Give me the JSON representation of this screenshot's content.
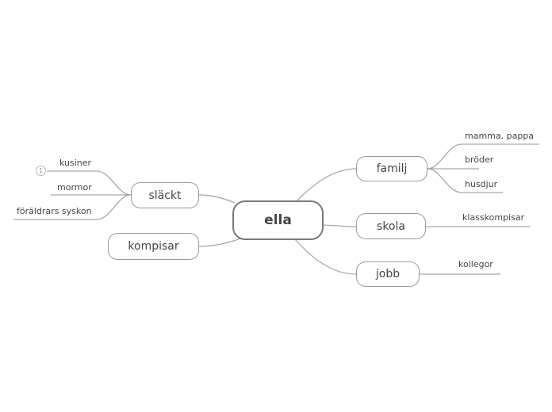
{
  "central": "ella",
  "left": {
    "slackt": {
      "label": "släckt",
      "children": [
        "kusiner",
        "mormor",
        "föräldrars syskon"
      ],
      "kusiner_badge": "1"
    },
    "kompisar": {
      "label": "kompisar"
    }
  },
  "right": {
    "familj": {
      "label": "familj",
      "children": [
        "mamma, pappa",
        "bröder",
        "husdjur"
      ]
    },
    "skola": {
      "label": "skola",
      "children": [
        "klasskompisar"
      ]
    },
    "jobb": {
      "label": "jobb",
      "children": [
        "kollegor"
      ]
    }
  },
  "colors": {
    "line": "#a8a8a8",
    "node_border": "#9a9a9a",
    "text": "#444444"
  }
}
